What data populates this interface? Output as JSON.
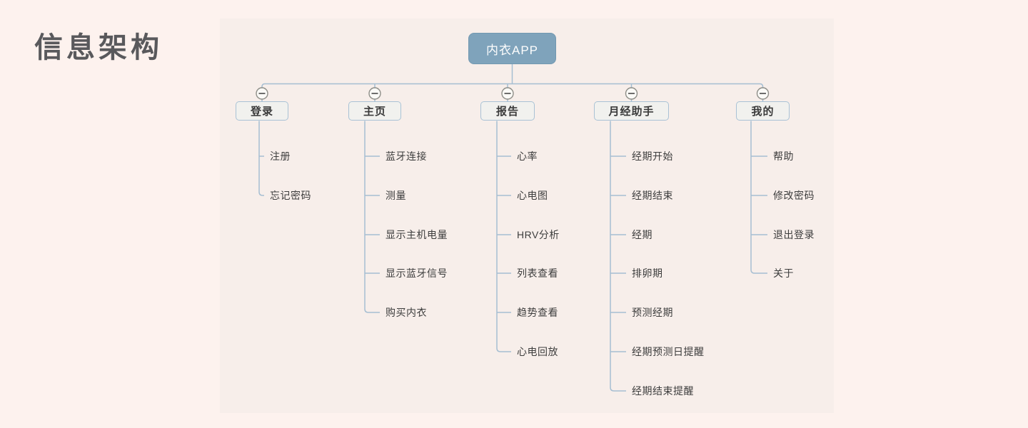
{
  "page": {
    "title": "信息架构",
    "background_color": "#fdf2ee",
    "canvas_color": "#f7eeea",
    "title_color": "#59595c"
  },
  "colors": {
    "root_fill": "#7fa3bb",
    "root_text": "#fdfdfd",
    "branch_fill": "#f1f1ee",
    "branch_border": "#a9c2d5",
    "branch_text": "#3a3a3a",
    "leaf_text": "#3d3d3d",
    "connector_line": "#a6bed2",
    "collapse_circle_border": "#8e8e88",
    "collapse_minus": "#4a4a4a"
  },
  "tree": {
    "root": "内衣APP",
    "collapse_icon": "minus-circle",
    "branches": [
      {
        "label": "登录",
        "children": [
          "注册",
          "忘记密码"
        ]
      },
      {
        "label": "主页",
        "children": [
          "蓝牙连接",
          "测量",
          "显示主机电量",
          "显示蓝牙信号",
          "购买内衣"
        ]
      },
      {
        "label": "报告",
        "children": [
          "心率",
          "心电图",
          "HRV分析",
          "列表查看",
          "趋势查看",
          "心电回放"
        ]
      },
      {
        "label": "月经助手",
        "children": [
          "经期开始",
          "经期结束",
          "经期",
          "排卵期",
          "预测经期",
          "经期预测日提醒",
          "经期结束提醒"
        ]
      },
      {
        "label": "我的",
        "children": [
          "帮助",
          "修改密码",
          "退出登录",
          "关于"
        ]
      }
    ]
  }
}
